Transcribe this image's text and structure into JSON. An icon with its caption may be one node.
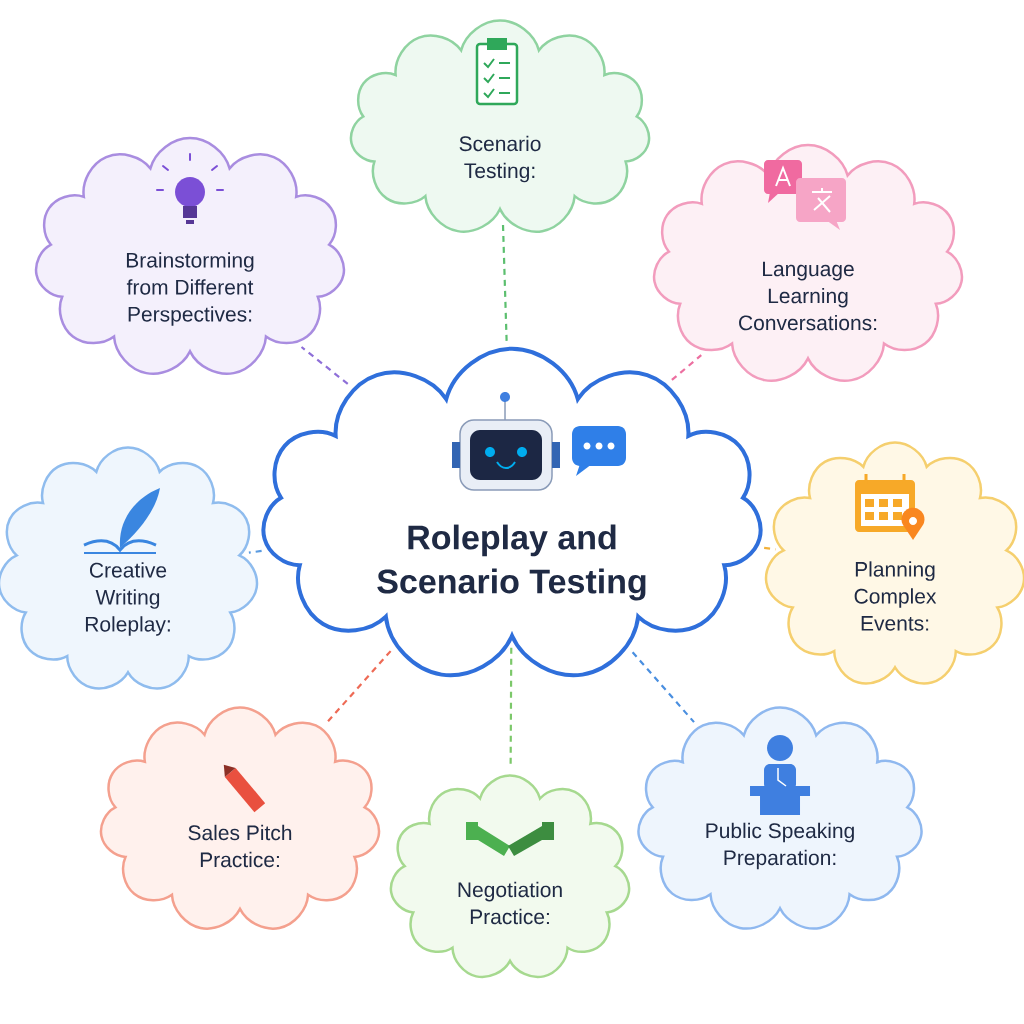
{
  "diagram": {
    "nodes": [
      {
        "text": [
          "Roleplay and Scenario Testing"
        ]
      },
      {
        "text": [
          "Scenario Testing:"
        ]
      },
      {
        "text": [
          "Brainstorming from Different Perspectives:"
        ]
      },
      {
        "text": [
          "Language Learning Conversations:"
        ]
      },
      {
        "text": [
          "Creative Writing Roleplay:"
        ]
      },
      {
        "text": [
          "Planning Complex Events:"
        ]
      },
      {
        "text": [
          "Sales Pitch Practice:"
        ]
      },
      {
        "text": [
          "Public Speaking Preparation:"
        ]
      },
      {
        "text": [
          "Negotiation Practice:"
        ]
      }
    ],
    "edges": [
      {
        "from": 0,
        "to": 1,
        "arrow": "none",
        "style": "dashed",
        "color": "#5cbf6f"
      },
      {
        "from": 0,
        "to": 2,
        "arrow": "none",
        "style": "dashed",
        "color": "#8e6fd8"
      },
      {
        "from": 0,
        "to": 3,
        "arrow": "none",
        "style": "dashed",
        "color": "#ec6fa0"
      },
      {
        "from": 0,
        "to": 4,
        "arrow": "none",
        "style": "dashed",
        "color": "#5b9be0"
      },
      {
        "from": 0,
        "to": 5,
        "arrow": "none",
        "style": "dashed",
        "color": "#f2b13a"
      },
      {
        "from": 0,
        "to": 6,
        "arrow": "none",
        "style": "dashed",
        "color": "#ee6a55"
      },
      {
        "from": 0,
        "to": 7,
        "arrow": "none",
        "style": "dashed",
        "color": "#4a8fe0"
      },
      {
        "from": 0,
        "to": 8,
        "arrow": "none",
        "style": "dashed",
        "color": "#7cc86a"
      }
    ]
  }
}
